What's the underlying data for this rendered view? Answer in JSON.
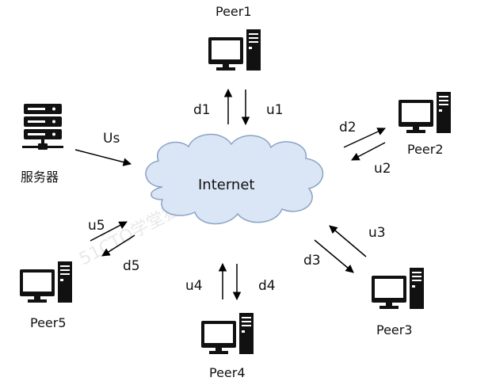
{
  "internet": {
    "label": "Internet"
  },
  "server": {
    "label": "服务器",
    "link": {
      "label": "Us"
    }
  },
  "peers": [
    {
      "id": "peer1",
      "label": "Peer1",
      "down": "d1",
      "up": "u1"
    },
    {
      "id": "peer2",
      "label": "Peer2",
      "down": "d2",
      "up": "u2"
    },
    {
      "id": "peer3",
      "label": "Peer3",
      "down": "d3",
      "up": "u3"
    },
    {
      "id": "peer4",
      "label": "Peer4",
      "down": "d4",
      "up": "u4"
    },
    {
      "id": "peer5",
      "label": "Peer5",
      "down": "d5",
      "up": "u5"
    }
  ],
  "watermark": "51CTO学堂猫悟饭",
  "colors": {
    "ink": "#111111",
    "cloud_fill": "#dae6f5",
    "cloud_stroke": "#8aa3c5",
    "line": "#000000"
  }
}
